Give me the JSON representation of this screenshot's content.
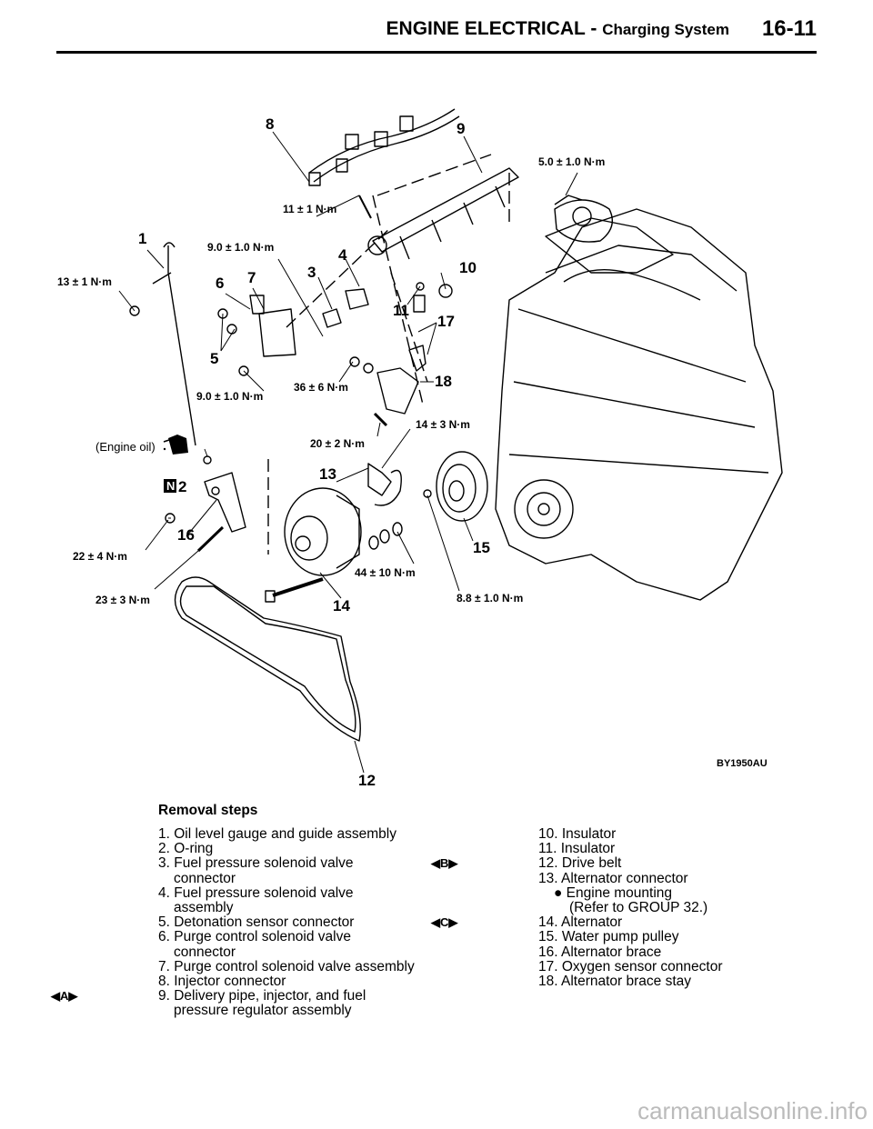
{
  "header": {
    "title": "ENGINE ELECTRICAL -",
    "subtitle": "Charging System",
    "page_number": "16-11"
  },
  "diagram": {
    "figure_id": "BY1950AU",
    "callouts": [
      "1",
      "2",
      "3",
      "4",
      "5",
      "6",
      "7",
      "8",
      "9",
      "10",
      "11",
      "12",
      "13",
      "14",
      "15",
      "16",
      "17",
      "18"
    ],
    "torques": {
      "t1": "13 ± 1 N·m",
      "t2": "9.0 ± 1.0 N·m",
      "t3": "11 ± 1 N·m",
      "t4": "5.0 ± 1.0 N·m",
      "t5": "9.0 ± 1.0 N·m",
      "t6": "36 ± 6 N·m",
      "t7": "20 ± 2 N·m",
      "t8": "14 ± 3 N·m",
      "t9": "22 ± 4 N·m",
      "t10": "23 ± 3 N·m",
      "t11": "44 ± 10 N·m",
      "t12": "8.8 ± 1.0 N·m"
    },
    "engine_oil_label": "(Engine oil)",
    "n_mark": "N"
  },
  "removal": {
    "heading": "Removal steps",
    "col1": [
      {
        "text": "1. Oil level gauge and guide assembly"
      },
      {
        "text": "2. O-ring"
      },
      {
        "text": "3. Fuel pressure solenoid valve",
        "cont": "connector"
      },
      {
        "text": "4. Fuel pressure solenoid valve",
        "cont": "assembly"
      },
      {
        "text": "5. Detonation sensor connector"
      },
      {
        "text": "6. Purge control solenoid valve",
        "cont": "connector"
      },
      {
        "text": "7. Purge control solenoid valve assembly"
      },
      {
        "text": "8. Injector connector"
      },
      {
        "text": "9. Delivery pipe, injector, and fuel",
        "cont": "pressure regulator assembly",
        "marker": "A"
      }
    ],
    "col2": [
      {
        "text": "10. Insulator"
      },
      {
        "text": "11. Insulator"
      },
      {
        "text": "12. Drive belt",
        "marker": "B"
      },
      {
        "text": "13. Alternator connector"
      },
      {
        "bullet": "Engine mounting",
        "cont": "(Refer to GROUP 32.)"
      },
      {
        "text": "14. Alternator",
        "marker": "C"
      },
      {
        "text": "15. Water pump pulley"
      },
      {
        "text": "16. Alternator brace"
      },
      {
        "text": "17. Oxygen sensor connector"
      },
      {
        "text": "18. Alternator brace stay"
      }
    ]
  },
  "watermark": "carmanualsonline.info"
}
